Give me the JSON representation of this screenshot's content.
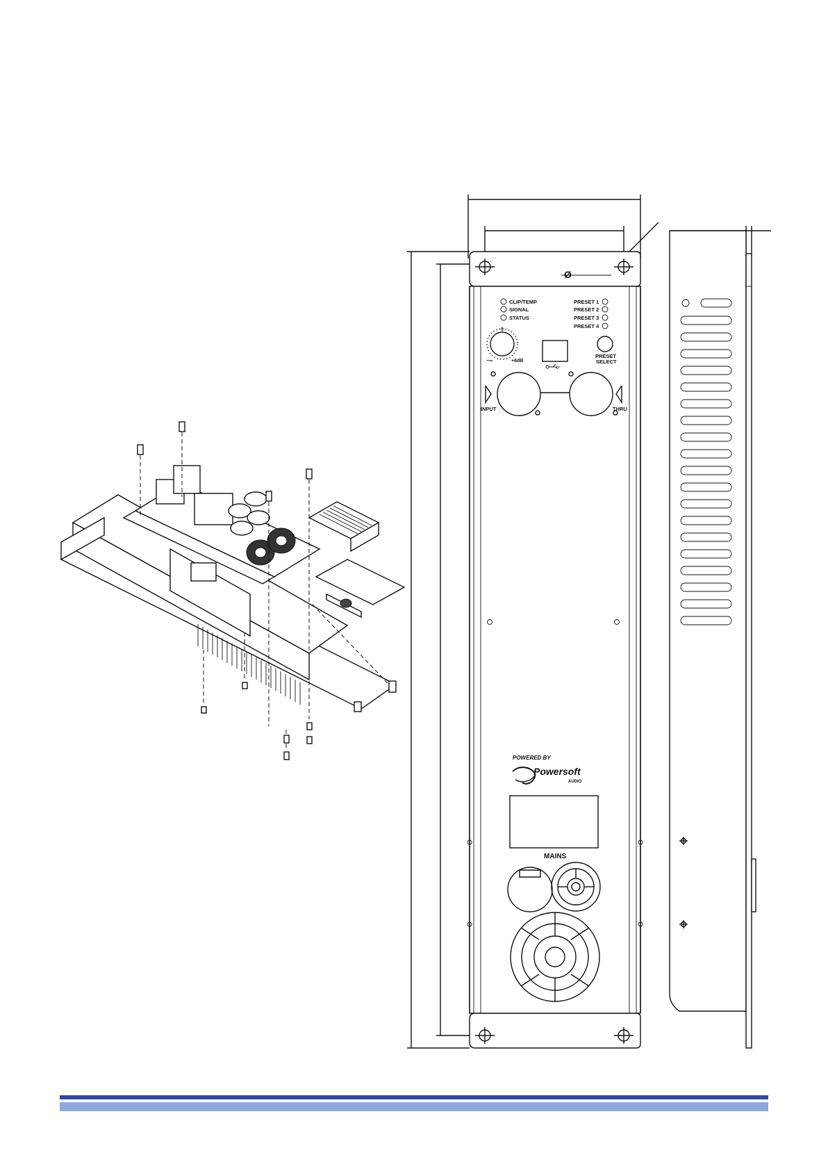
{
  "front_panel": {
    "leds_left": [
      "CLIP/TEMP",
      "SIGNAL",
      "STATUS"
    ],
    "leds_right": [
      "PRESET 1",
      "PRESET 2",
      "PRESET 3",
      "PRESET 4"
    ],
    "knob_zero": "0",
    "knob_min": "−∞",
    "knob_max": "+6dB",
    "preset_select_line1": "PRESET",
    "preset_select_line2": "SELECT",
    "input_label": "INPUT",
    "thru_label": "THRU",
    "powered_by": "POWERED BY",
    "brand_name": "Powersoft",
    "brand_sub": "AUDIO",
    "mains_label": "MAINS",
    "diameter_symbol": "Ø"
  },
  "footer": {
    "bar_dark_color": "#2e4a9c",
    "bar_light_color": "#8fa8dc"
  }
}
